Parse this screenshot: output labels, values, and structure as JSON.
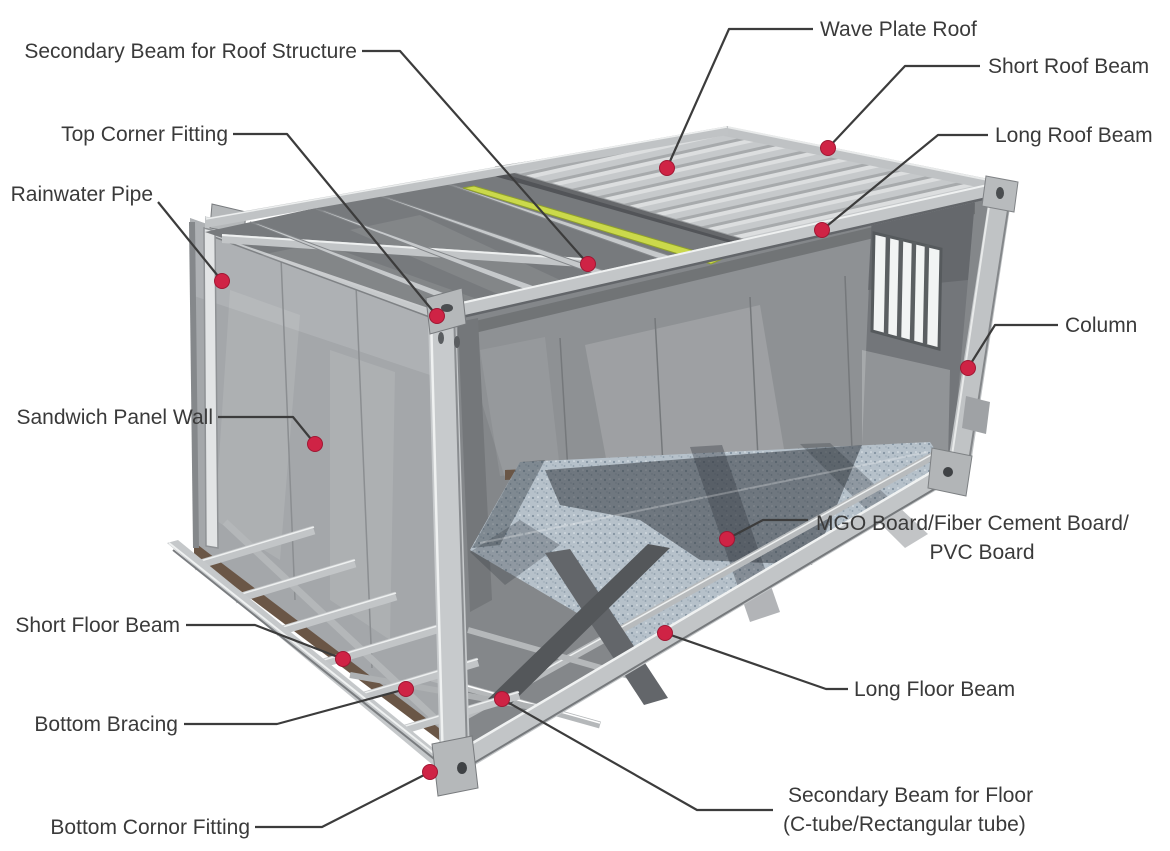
{
  "colors": {
    "background": "#ffffff",
    "callout_dot": "#cf2345",
    "leader_line": "#3c3c3c",
    "label_text": "#3a3a3a",
    "structure_light_gray": "#c6c9cb",
    "structure_mid_gray": "#8e9194",
    "structure_dark_gray": "#6f7275",
    "accent_beam_yellow_green": "#cbd94b",
    "floor_speckle_blue_gray": "#b6c1ca",
    "skirting_brown": "#6a5646"
  },
  "callouts": [
    {
      "id": "secondary-beam-roof-structure",
      "label": "Secondary Beam for Roof Structure"
    },
    {
      "id": "wave-plate-roof",
      "label": "Wave Plate Roof"
    },
    {
      "id": "short-roof-beam",
      "label": "Short Roof Beam"
    },
    {
      "id": "top-corner-fitting",
      "label": "Top Corner Fitting"
    },
    {
      "id": "long-roof-beam",
      "label": "Long Roof Beam"
    },
    {
      "id": "rainwater-pipe",
      "label": "Rainwater Pipe"
    },
    {
      "id": "column",
      "label": "Column"
    },
    {
      "id": "sandwich-panel-wall",
      "label": "Sandwich Panel Wall"
    },
    {
      "id": "mgo-board",
      "label": "MGO Board/Fiber Cement Board/",
      "label2": "PVC Board"
    },
    {
      "id": "short-floor-beam",
      "label": "Short Floor Beam"
    },
    {
      "id": "long-floor-beam",
      "label": "Long Floor Beam"
    },
    {
      "id": "bottom-bracing",
      "label": "Bottom Bracing"
    },
    {
      "id": "secondary-beam-floor",
      "label": "Secondary Beam for Floor",
      "label2": "(C-tube/Rectangular tube)"
    },
    {
      "id": "bottom-cornor-fitting",
      "label": "Bottom Cornor Fitting"
    }
  ]
}
